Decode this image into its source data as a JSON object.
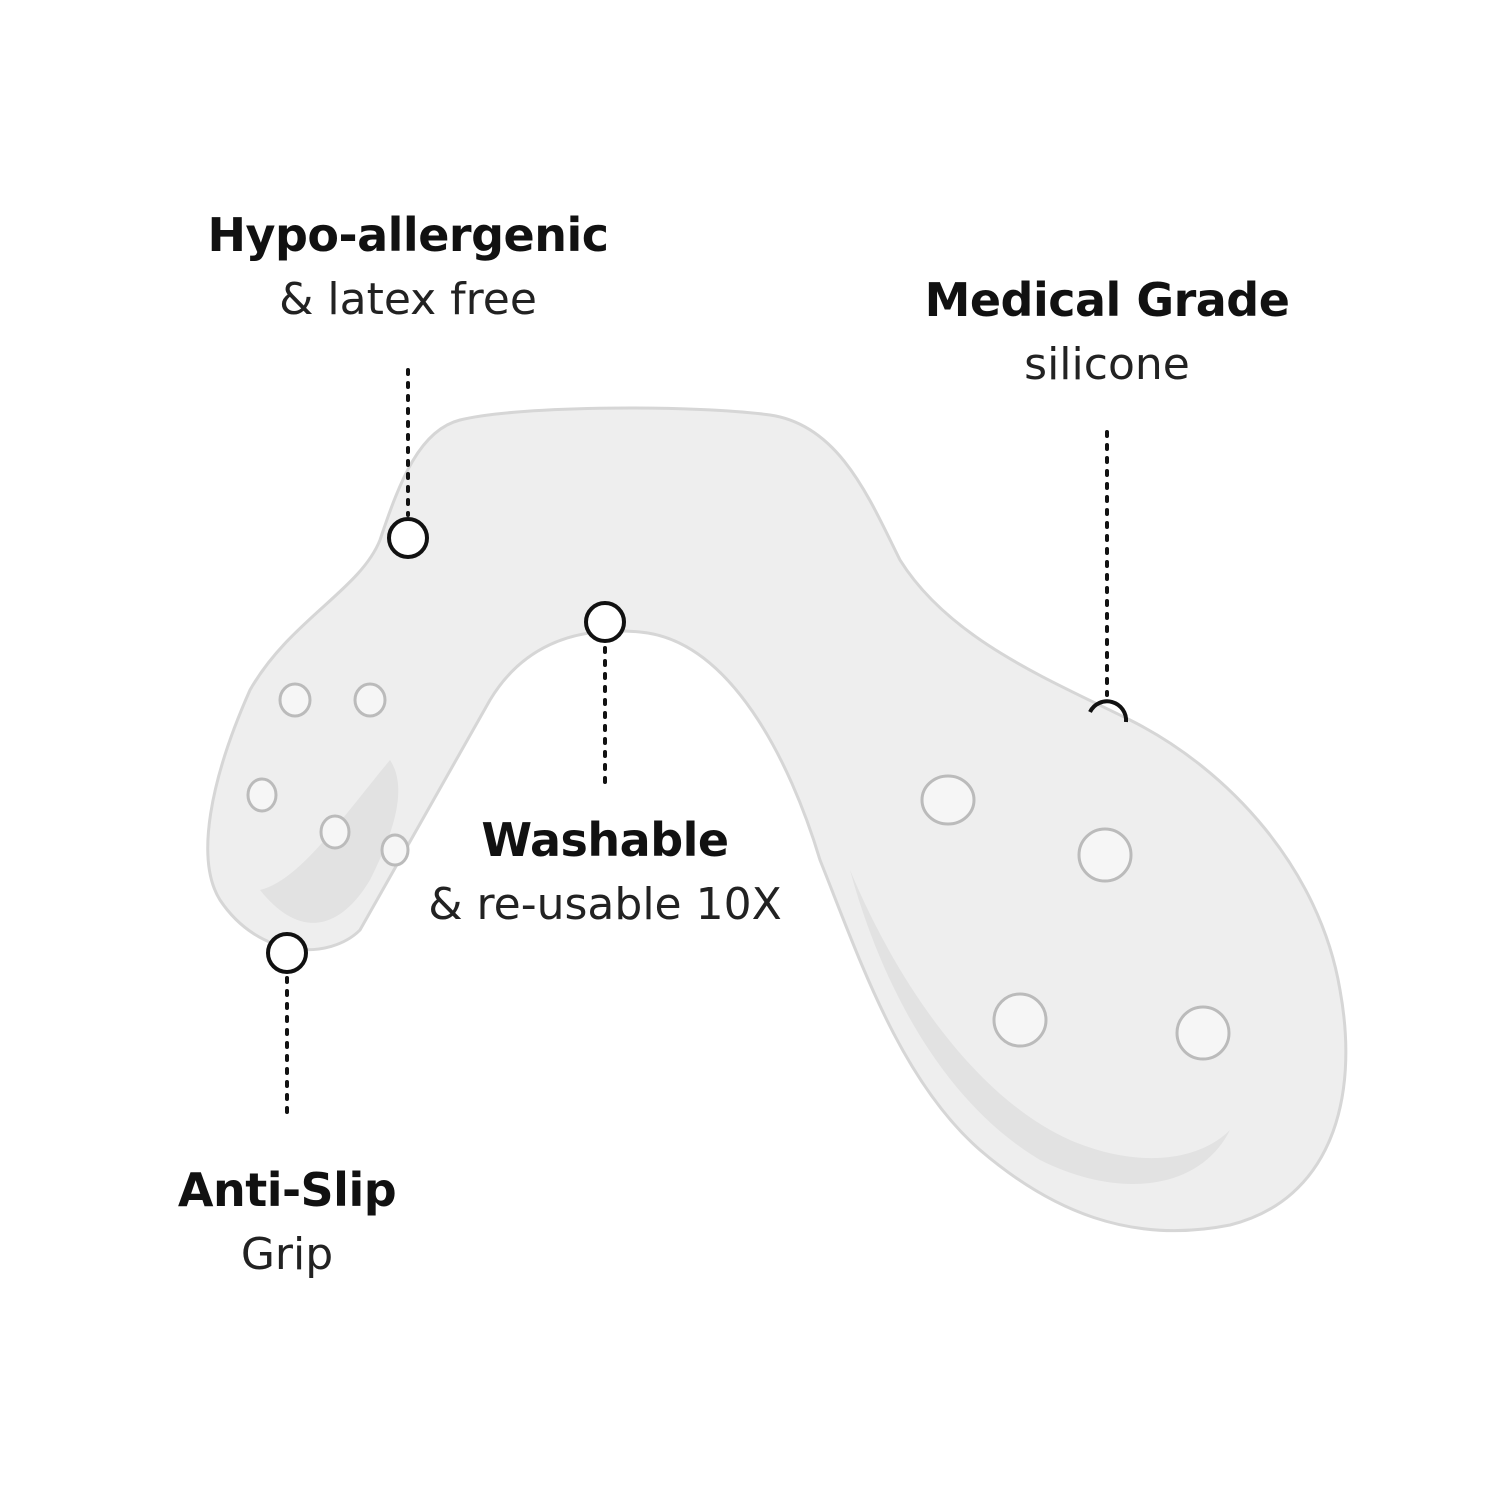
{
  "callouts": {
    "hypo": {
      "title": "Hypo-allergenic",
      "subtitle": "& latex free"
    },
    "medical": {
      "title": "Medical Grade",
      "subtitle": "silicone"
    },
    "washable": {
      "title": "Washable",
      "subtitle": "& re-usable 10X"
    },
    "antislip": {
      "title": "Anti-Slip",
      "subtitle": "Grip"
    }
  },
  "colors": {
    "product": "#eeeeee",
    "product_edge": "#d6d6d6",
    "text": "#111111"
  }
}
